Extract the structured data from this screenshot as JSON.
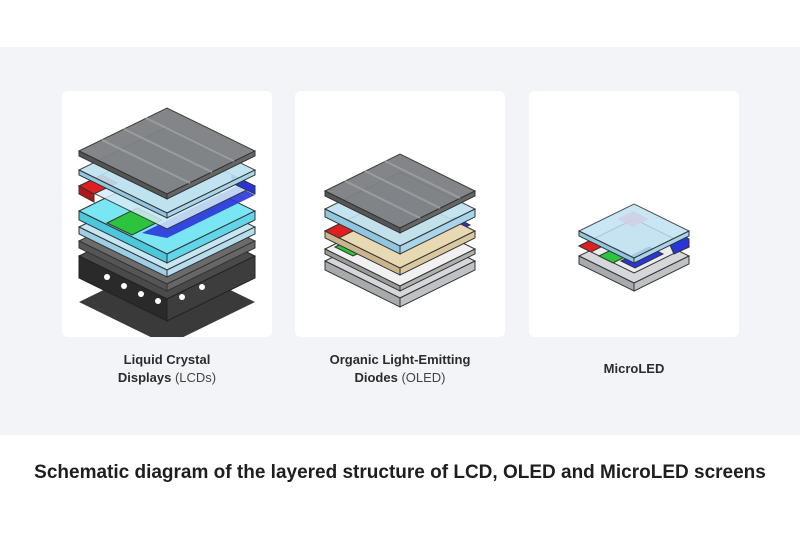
{
  "panels": [
    {
      "title_bold": "Liquid Crystal",
      "title_bold_2": "Displays",
      "title_thin": "(LCDs)"
    },
    {
      "title_bold": "Organic Light-Emitting",
      "title_bold_2": "Diodes",
      "title_thin": "(OLED)"
    },
    {
      "title_bold": "MicroLED",
      "title_bold_2": "",
      "title_thin": ""
    }
  ],
  "caption": "Schematic diagram of the layered structure of LCD, OLED and MicroLED screens",
  "colors": {
    "background_panel": "#f2f4f7",
    "card": "#ffffff",
    "glass": "#a9d8ee",
    "dark_layer": "#5a5a5a",
    "red": "#e02020",
    "green": "#2bc43c",
    "blue": "#2a35d8",
    "cyan": "#6fe0f0",
    "tan": "#e9d8b4"
  }
}
